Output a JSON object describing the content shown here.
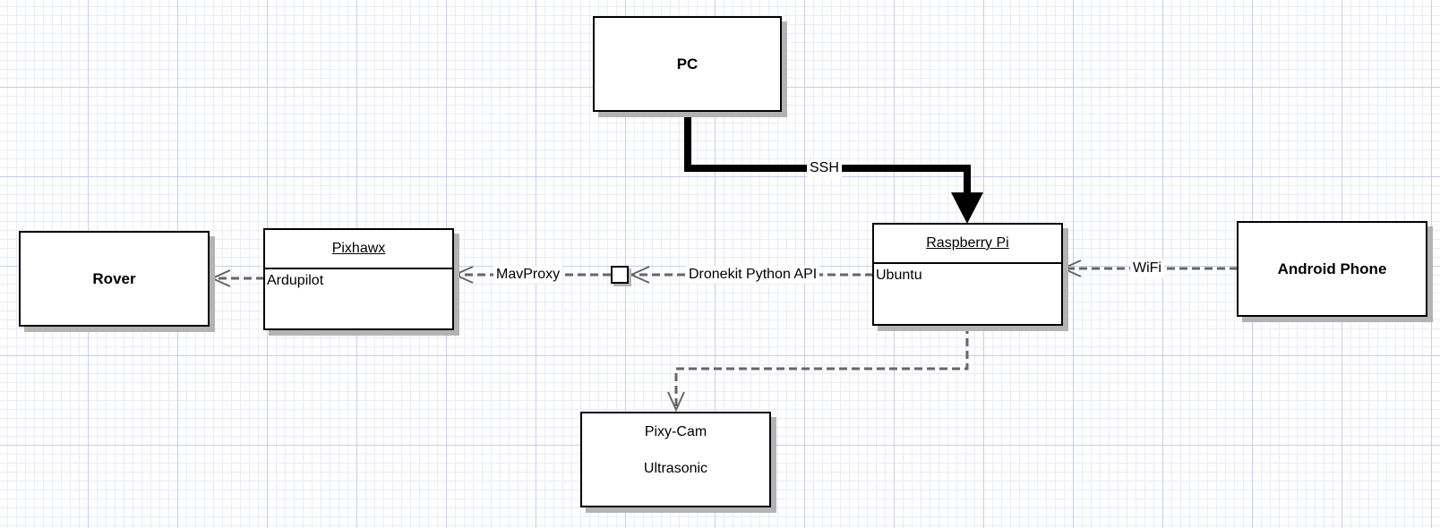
{
  "nodes": {
    "pc": {
      "label": "PC"
    },
    "rover": {
      "label": "Rover"
    },
    "pixhawk": {
      "title": "Pixhawx",
      "body": "Ardupilot"
    },
    "raspberry_pi": {
      "title": "Raspberry Pi",
      "body": "Ubuntu"
    },
    "android_phone": {
      "label": "Android Phone"
    },
    "sensors": {
      "lines": [
        "Pixy-Cam",
        "Ultrasonic"
      ]
    }
  },
  "edges": {
    "ssh": {
      "label": "SSH"
    },
    "mavproxy": {
      "label": "MavProxy"
    },
    "dronekit": {
      "label": "Dronekit Python API"
    },
    "wifi": {
      "label": "WiFi"
    }
  },
  "colors": {
    "dashed_edge": "#666666",
    "shadow": "#b3b3b3",
    "grid_major": "#c9cdef",
    "grid_minor": "#e9ebf8"
  }
}
